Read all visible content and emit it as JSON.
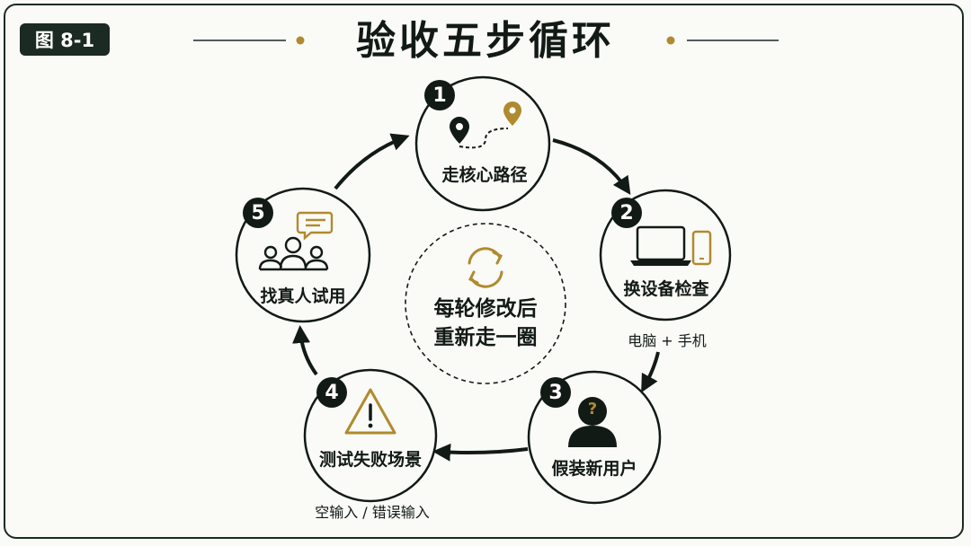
{
  "badge": "图 8-1",
  "title": "验收五步循环",
  "center": {
    "line1": "每轮修改后",
    "line2": "重新走一圈"
  },
  "steps": [
    {
      "num": "1",
      "label": "走核心路径",
      "icon": "route-pin-icon"
    },
    {
      "num": "2",
      "label": "换设备检查",
      "icon": "laptop-phone-icon",
      "note": "电脑 + 手机"
    },
    {
      "num": "3",
      "label": "假装新用户",
      "icon": "unknown-user-icon"
    },
    {
      "num": "4",
      "label": "测试失败场景",
      "icon": "warning-icon",
      "note": "空输入 / 错误输入"
    },
    {
      "num": "5",
      "label": "找真人试用",
      "icon": "users-chat-icon"
    }
  ],
  "colors": {
    "dark": "#1b2a22",
    "accent": "#b08a2e",
    "background": "#fafaf7"
  }
}
